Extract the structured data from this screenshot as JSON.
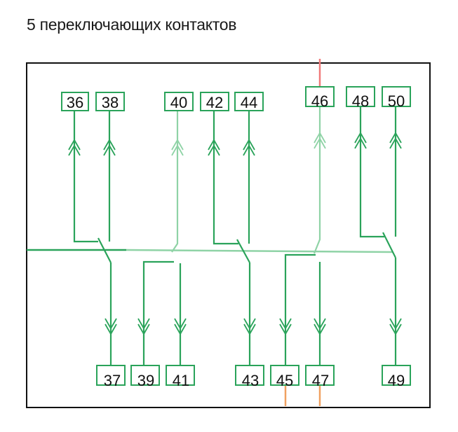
{
  "title": "5 переключающих контактов",
  "colors": {
    "wire": "#2aa35a",
    "wire_light": "#8fd3a6",
    "frame": "#111111",
    "terminal_border": "#2aa35a",
    "feed_red": "#f07a7a",
    "feed_orange": "#f0a060"
  },
  "terminals_top": [
    "36",
    "38",
    "40",
    "42",
    "44",
    "46",
    "48",
    "50"
  ],
  "terminals_bottom": [
    "37",
    "39",
    "41",
    "43",
    "45",
    "47",
    "49"
  ]
}
